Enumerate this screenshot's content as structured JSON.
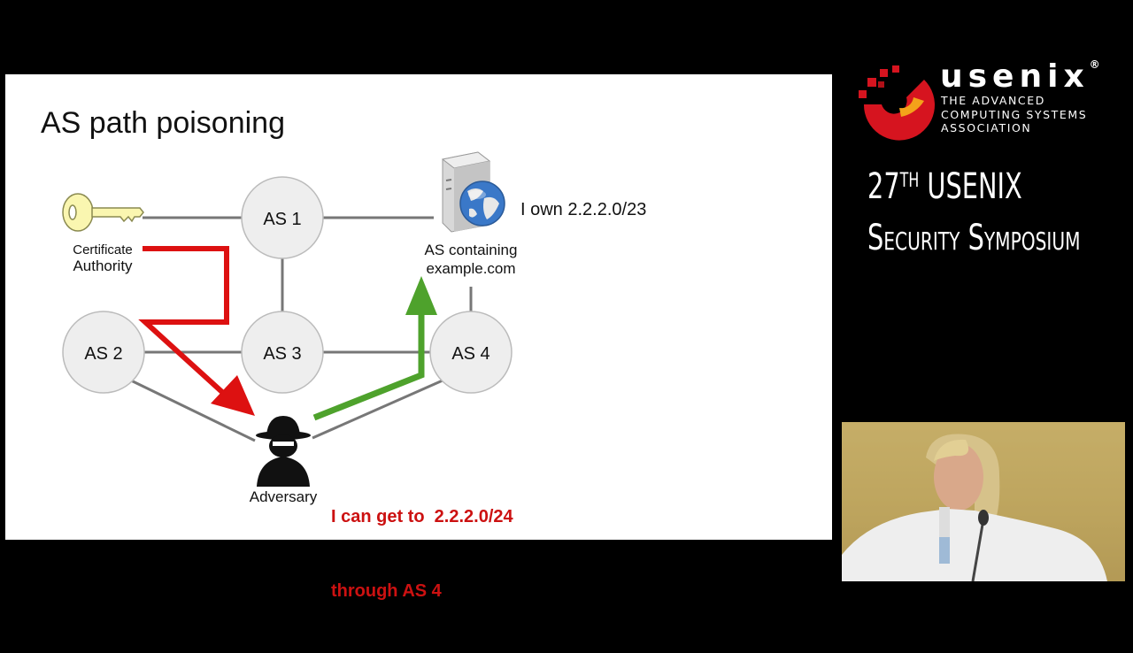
{
  "slide": {
    "title": "AS path poisoning",
    "nodes": {
      "as1": "AS 1",
      "as2": "AS 2",
      "as3": "AS 3",
      "as4": "AS 4"
    },
    "ca_label_line1": "Certificate",
    "ca_label_line2": "Authority",
    "target_label_line1": "AS containing",
    "target_label_line2": "example.com",
    "owner_claim": "I own 2.2.2.0/23",
    "adversary_label": "Adversary",
    "adversary_claim_line1": "I can get to  2.2.2.0/24",
    "adversary_claim_line2": "through AS 4",
    "colors": {
      "attack": "#dd1111",
      "route": "#4ea22c",
      "link": "#777777",
      "node": "#eeeeee",
      "claim": "#cc1111"
    }
  },
  "branding": {
    "org": "usenix",
    "org_trademark": "®",
    "tagline_line1": "THE ADVANCED",
    "tagline_line2": "COMPUTING SYSTEMS",
    "tagline_line3": "ASSOCIATION",
    "event_line1": "27",
    "event_ordinal": "TH",
    "event_line1_rest": " USENIX",
    "event_line2": "Security Symposium"
  }
}
